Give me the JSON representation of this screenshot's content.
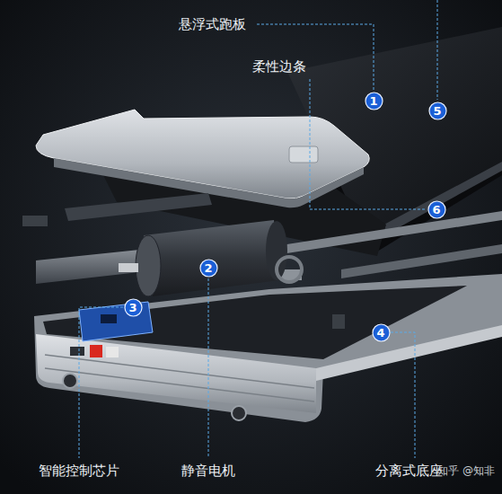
{
  "diagram": {
    "nodes": [
      {
        "text": [
          "1"
        ]
      },
      {
        "text": [
          "5"
        ]
      },
      {
        "text": [
          "6"
        ]
      },
      {
        "text": [
          "2"
        ]
      },
      {
        "text": [
          "3"
        ]
      },
      {
        "text": [
          "4"
        ]
      }
    ],
    "labels": [
      "悬浮式跑板",
      "柔性边条",
      "智能控制芯片",
      "静音电机",
      "分离式底座",
      "知乎 @知非"
    ]
  }
}
